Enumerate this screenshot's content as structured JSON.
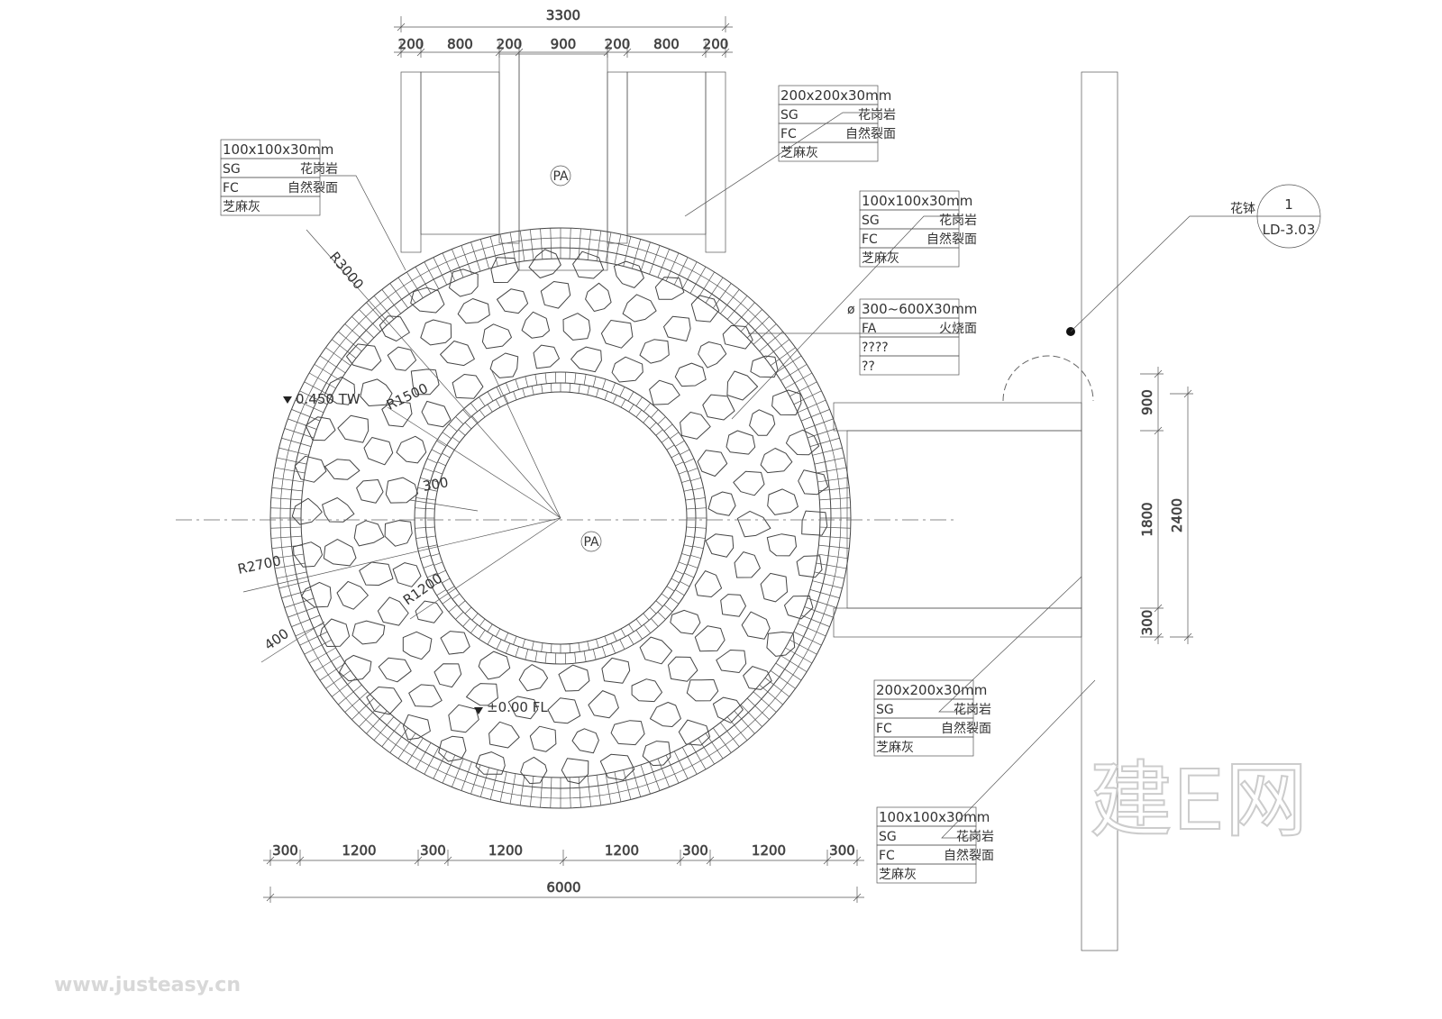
{
  "top_dims": {
    "total": "3300",
    "segments": [
      "200",
      "800",
      "200",
      "900",
      "200",
      "800",
      "200"
    ]
  },
  "bottom_dims": {
    "total": "6000",
    "segments": [
      "300",
      "1200",
      "300",
      "1200",
      "1200",
      "300",
      "1200",
      "300"
    ]
  },
  "right_dims": {
    "total": "2400",
    "segments": [
      "900",
      "1800",
      "300"
    ]
  },
  "radius_labels": {
    "r3000": "R3000",
    "r1500": "R1500",
    "r2700": "R2700",
    "r1200": "R1200",
    "d300": "300",
    "d400": "400"
  },
  "elevations": {
    "tw": "0.450 TW",
    "fl": "±0.00 FL"
  },
  "pa_tags": [
    "PA",
    "PA"
  ],
  "callout": {
    "label": "花钵",
    "number": "1",
    "sheet": "LD-3.03"
  },
  "material_tables": [
    {
      "rows": [
        "100x100x30mm",
        "SG",
        "FC",
        "芝麻灰"
      ],
      "right": [
        "",
        "花岗岩",
        "自然裂面",
        ""
      ]
    },
    {
      "rows": [
        "200x200x30mm",
        "SG",
        "FC",
        "芝麻灰"
      ],
      "right": [
        "",
        "花岗岩",
        "自然裂面",
        ""
      ]
    },
    {
      "rows": [
        "100x100x30mm",
        "SG",
        "FC",
        "芝麻灰"
      ],
      "right": [
        "",
        "花岗岩",
        "自然裂面",
        ""
      ]
    },
    {
      "prefix": "ø",
      "rows": [
        "300~600X30mm",
        "FA",
        "????",
        "??"
      ],
      "right": [
        "",
        "火烧面",
        "",
        ""
      ]
    },
    {
      "rows": [
        "200x200x30mm",
        "SG",
        "FC",
        "芝麻灰"
      ],
      "right": [
        "",
        "花岗岩",
        "自然裂面",
        ""
      ]
    },
    {
      "rows": [
        "100x100x30mm",
        "SG",
        "FC",
        "芝麻灰"
      ],
      "right": [
        "",
        "花岗岩",
        "自然裂面",
        ""
      ]
    }
  ],
  "watermark": {
    "logo": "建E网",
    "url": "www.justeasy.cn"
  }
}
